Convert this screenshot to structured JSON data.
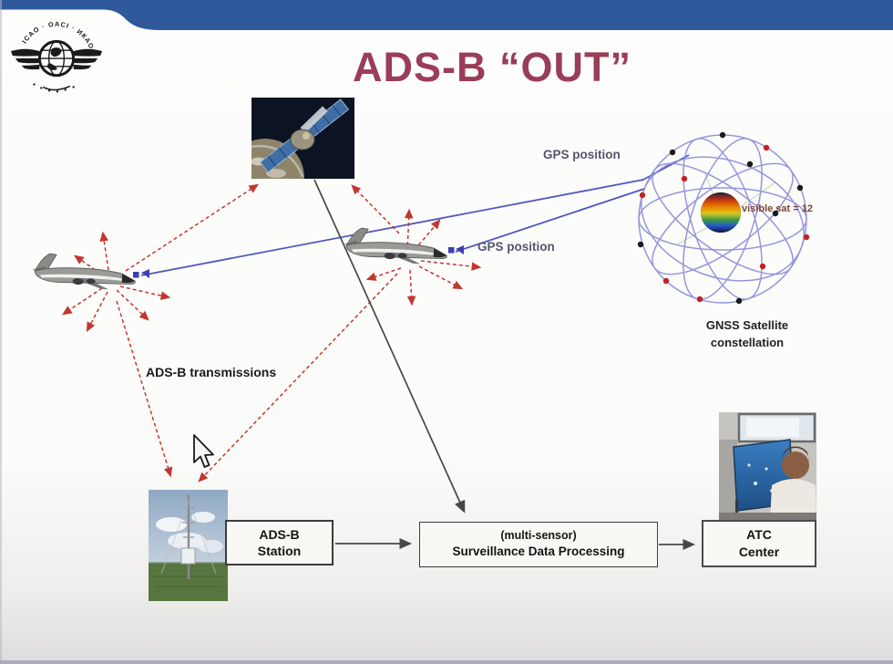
{
  "title": "ADS-B “OUT”",
  "logo": {
    "ring_text": "ICAO · OACI · ИКАО"
  },
  "labels": {
    "gps_position_top": "GPS position",
    "gps_position_mid": "GPS position",
    "adsb_transmissions": "ADS-B transmissions",
    "visible_sat": "visible sat = 12",
    "gnss_caption_line1": "GNSS Satellite",
    "gnss_caption_line2": "constellation"
  },
  "flow": {
    "station_line1": "ADS-B",
    "station_line2": "Station",
    "sdp_line1": "(multi-sensor)",
    "sdp_line2": "Surveillance Data Processing",
    "atc_line1": "ATC",
    "atc_line2": "Center"
  },
  "colors": {
    "header_blue": "#30599c",
    "title_maroon": "#9a3d59",
    "transmission_red": "#c2372e",
    "gps_blue": "#5058c2",
    "orbit_purple": "#8a8cd8",
    "visible_sat_text": "#7c4434"
  }
}
